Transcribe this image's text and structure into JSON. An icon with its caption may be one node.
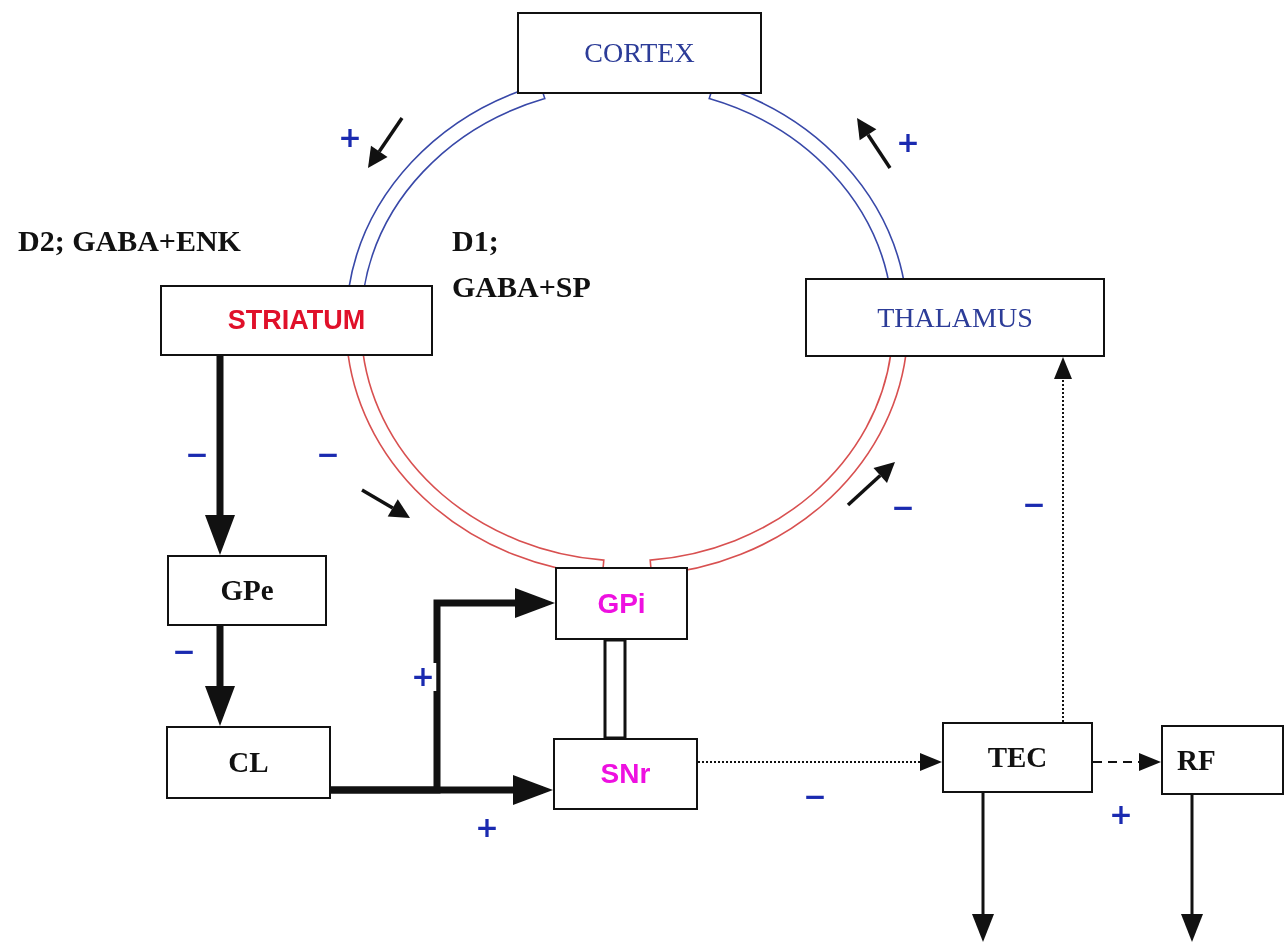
{
  "diagram": {
    "nodes": [
      {
        "text": [
          "CORTEX"
        ]
      },
      {
        "text": [
          "STRIATUM"
        ]
      },
      {
        "text": [
          "THALAMUS"
        ]
      },
      {
        "text": [
          "GPe"
        ]
      },
      {
        "text": [
          "GPi"
        ]
      },
      {
        "text": [
          "CL"
        ]
      },
      {
        "text": [
          "SNr"
        ]
      },
      {
        "text": [
          "TEC"
        ]
      },
      {
        "text": [
          "RF"
        ]
      }
    ],
    "edges": [
      {
        "from": 0,
        "to": 1,
        "arrow": "none",
        "label": "+",
        "color": "#3848a8"
      },
      {
        "from": 1,
        "to": 4,
        "arrow": "none",
        "label": "−",
        "color": "#d85050"
      },
      {
        "from": 4,
        "to": 2,
        "arrow": "none",
        "label": "−",
        "color": "#d85050"
      },
      {
        "from": 2,
        "to": 0,
        "arrow": "none",
        "label": "+",
        "color": "#3848a8"
      },
      {
        "from": 1,
        "to": 3,
        "arrow": "to",
        "label": "−",
        "style": "thick"
      },
      {
        "from": 3,
        "to": 5,
        "arrow": "to",
        "label": "−",
        "style": "thick"
      },
      {
        "from": 5,
        "to": 4,
        "arrow": "to",
        "label": "+",
        "style": "thick"
      },
      {
        "from": 5,
        "to": 6,
        "arrow": "to",
        "label": "+",
        "style": "thick"
      },
      {
        "from": 4,
        "to": 6,
        "arrow": "none"
      },
      {
        "from": 6,
        "to": 7,
        "arrow": "to",
        "label": "−",
        "style": "dashed"
      },
      {
        "from": 7,
        "to": 2,
        "arrow": "to",
        "label": "−",
        "style": "dashed"
      },
      {
        "from": 7,
        "to": 8,
        "arrow": "to",
        "label": "+",
        "style": "dashed"
      },
      {
        "from": 7,
        "to": null,
        "arrow": "to"
      },
      {
        "from": 8,
        "to": null,
        "arrow": "to"
      }
    ],
    "labels": [
      "D2; GABA+ENK",
      "D1; GABA+SP"
    ]
  }
}
